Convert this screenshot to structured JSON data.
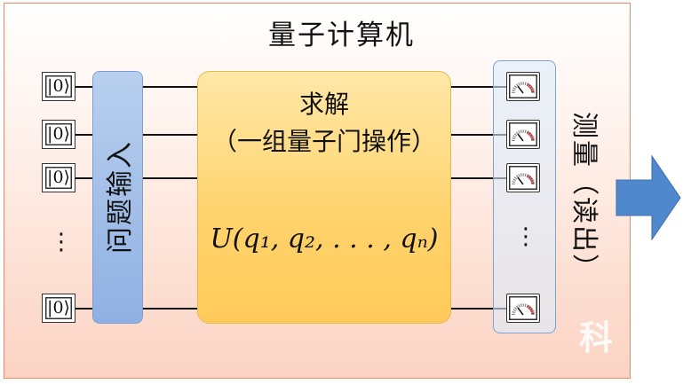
{
  "title": "量子计算机",
  "qubit_inputs": [
    "|0⟩",
    "|0⟩",
    "|0⟩",
    "|0⟩"
  ],
  "input_box_label": "问题输入",
  "solve": {
    "title": "求解",
    "subtitle": "（一组量子门操作）",
    "formula": "U(q₁, q₂, . . . , qₙ)"
  },
  "ellipsis": "⋮",
  "measure_label": "测量（读出）",
  "watermark": "科"
}
